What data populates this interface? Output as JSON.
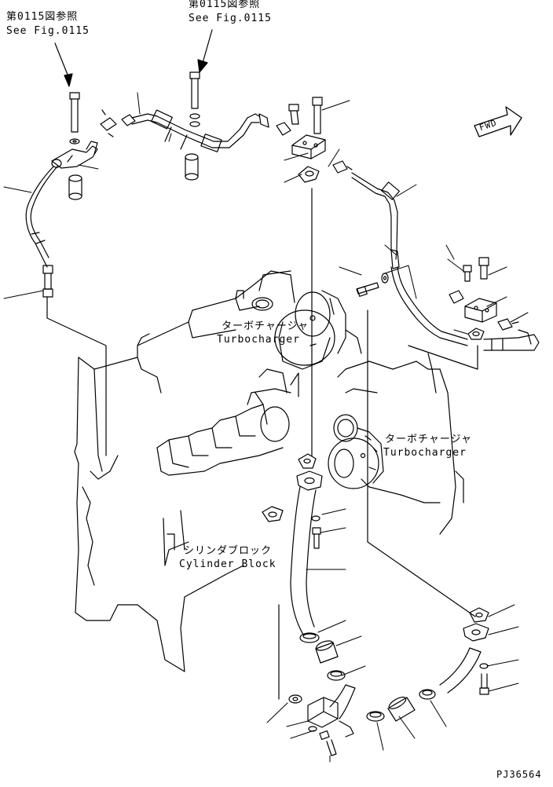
{
  "references": {
    "left": {
      "jp": "第0115図参照",
      "en": "See Fig.0115"
    },
    "top": {
      "jp": "第0115図参照",
      "en": "See Fig.0115"
    }
  },
  "direction_marker": "FWD",
  "components": {
    "turbocharger_1": {
      "jp": "ターボチャージャ",
      "en": "Turbocharger"
    },
    "turbocharger_2": {
      "jp": "ターボチャージャ",
      "en": "Turbocharger"
    },
    "cylinder_block": {
      "jp": "シリンダブロック",
      "en": "Cylinder Block"
    }
  },
  "drawing_number": "PJ36564"
}
